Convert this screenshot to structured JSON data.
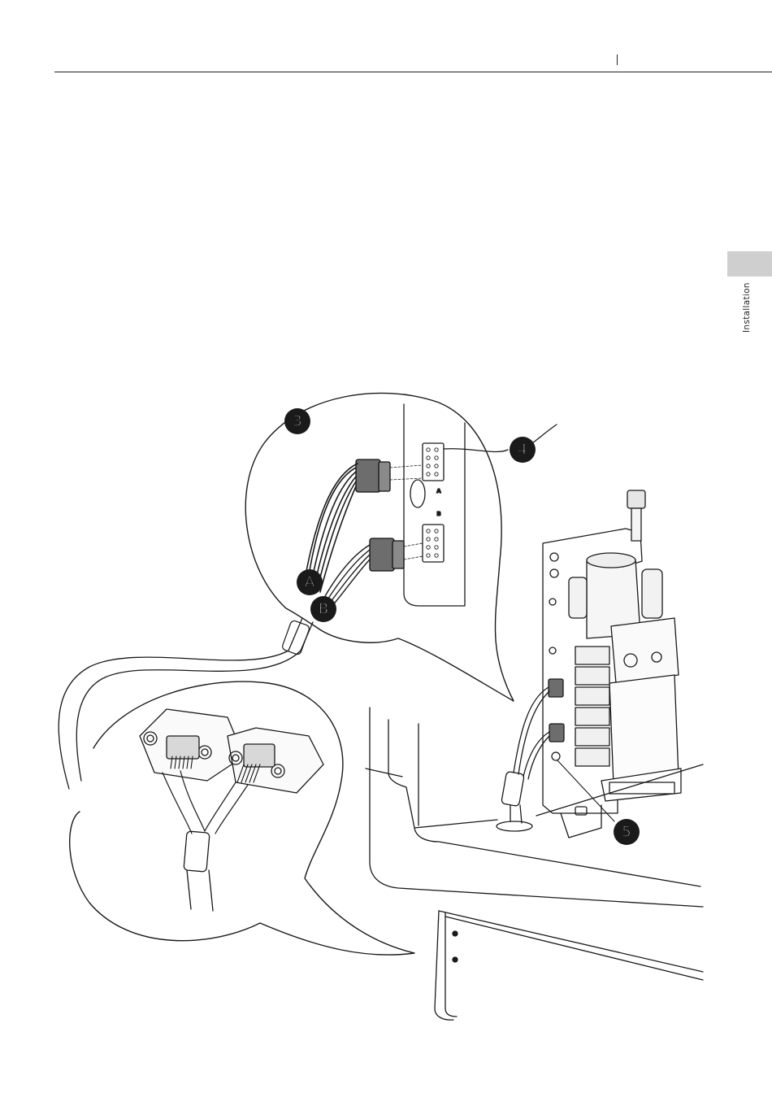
{
  "side_tab": {
    "label": "Installation"
  },
  "callouts": {
    "c3": "3",
    "c4": "4",
    "c5": "5",
    "cA": "A",
    "cB": "B"
  },
  "connector_marks": {
    "a": "A",
    "b": "B"
  }
}
